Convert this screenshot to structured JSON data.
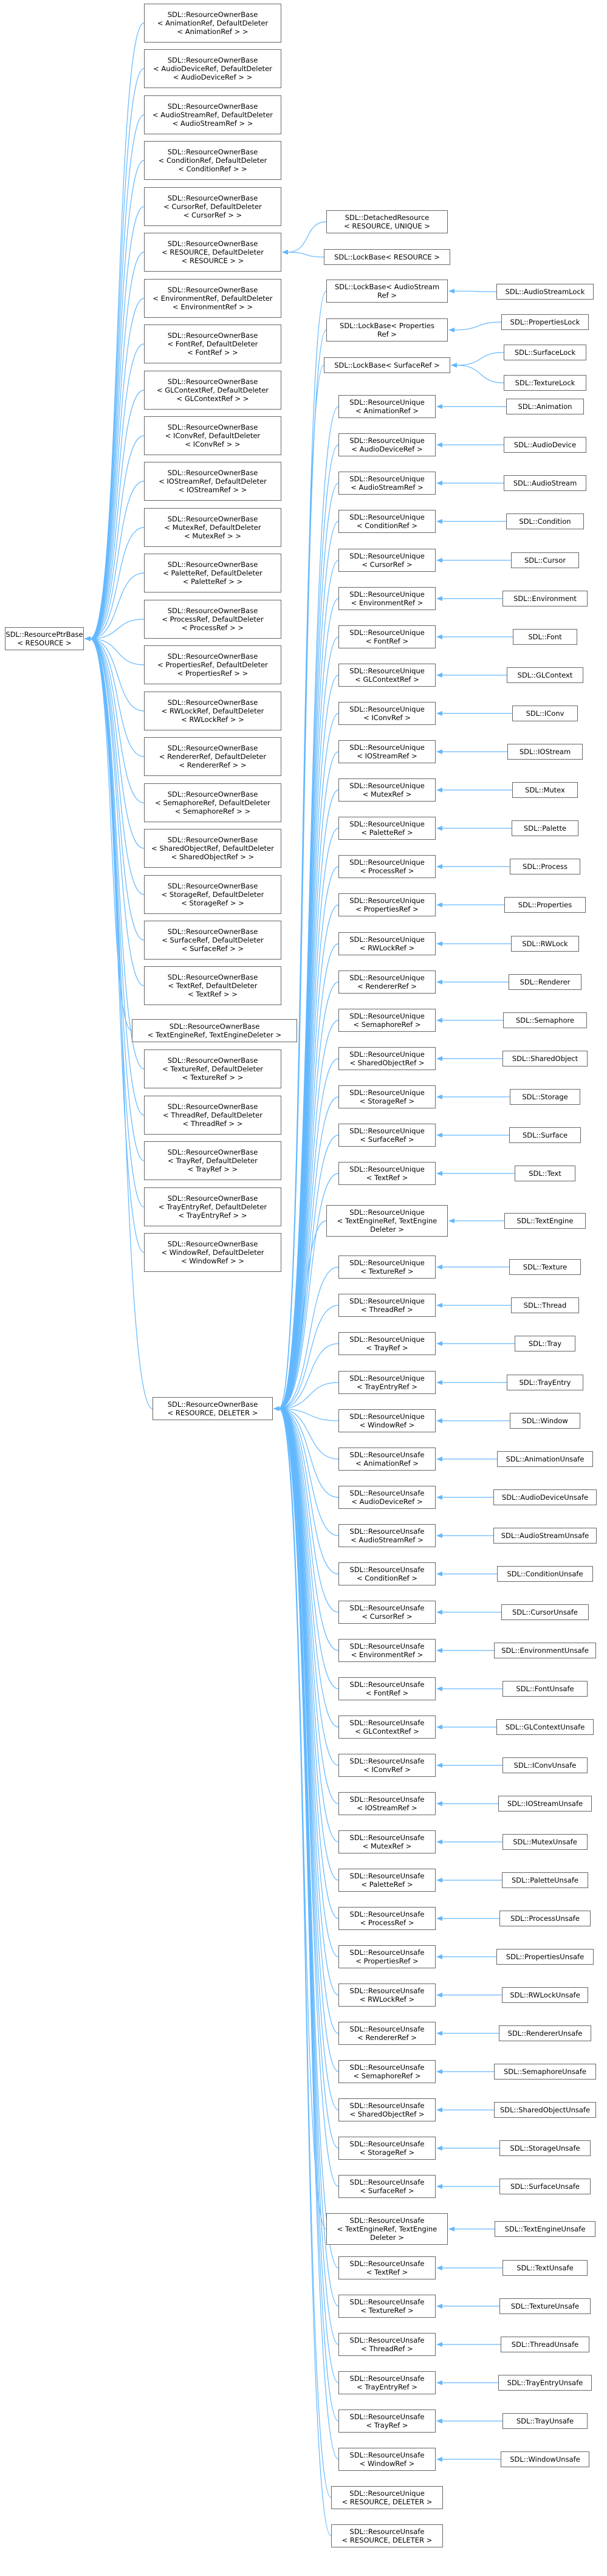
{
  "nodes": {
    "root": [
      "SDL::ResourcePtrBase",
      "< RESOURCE >"
    ],
    "rob_1": [
      "SDL::ResourceOwnerBase",
      "< AnimationRef, DefaultDeleter",
      "< AnimationRef > >"
    ],
    "rob_2": [
      "SDL::ResourceOwnerBase",
      "< AudioDeviceRef, DefaultDeleter",
      "< AudioDeviceRef > >"
    ],
    "rob_3": [
      "SDL::ResourceOwnerBase",
      "< AudioStreamRef, DefaultDeleter",
      "< AudioStreamRef > >"
    ],
    "rob_4": [
      "SDL::ResourceOwnerBase",
      "< ConditionRef, DefaultDeleter",
      "< ConditionRef > >"
    ],
    "rob_5": [
      "SDL::ResourceOwnerBase",
      "< CursorRef, DefaultDeleter",
      "< CursorRef > >"
    ],
    "rob_6": [
      "SDL::ResourceOwnerBase",
      "< RESOURCE, DefaultDeleter",
      "< RESOURCE > >"
    ],
    "rob_7": [
      "SDL::ResourceOwnerBase",
      "< EnvironmentRef, DefaultDeleter",
      "< EnvironmentRef > >"
    ],
    "rob_8": [
      "SDL::ResourceOwnerBase",
      "< FontRef, DefaultDeleter",
      "< FontRef > >"
    ],
    "rob_9": [
      "SDL::ResourceOwnerBase",
      "< GLContextRef, DefaultDeleter",
      "< GLContextRef > >"
    ],
    "rob_10": [
      "SDL::ResourceOwnerBase",
      "< IConvRef, DefaultDeleter",
      "< IConvRef > >"
    ],
    "rob_11": [
      "SDL::ResourceOwnerBase",
      "< IOStreamRef, DefaultDeleter",
      "< IOStreamRef > >"
    ],
    "rob_12": [
      "SDL::ResourceOwnerBase",
      "< MutexRef, DefaultDeleter",
      "< MutexRef > >"
    ],
    "rob_13": [
      "SDL::ResourceOwnerBase",
      "< PaletteRef, DefaultDeleter",
      "< PaletteRef > >"
    ],
    "rob_14": [
      "SDL::ResourceOwnerBase",
      "< ProcessRef, DefaultDeleter",
      "< ProcessRef > >"
    ],
    "rob_15": [
      "SDL::ResourceOwnerBase",
      "< PropertiesRef, DefaultDeleter",
      "< PropertiesRef > >"
    ],
    "rob_16": [
      "SDL::ResourceOwnerBase",
      "< RWLockRef, DefaultDeleter",
      "< RWLockRef > >"
    ],
    "rob_17": [
      "SDL::ResourceOwnerBase",
      "< RendererRef, DefaultDeleter",
      "< RendererRef > >"
    ],
    "rob_18": [
      "SDL::ResourceOwnerBase",
      "< SemaphoreRef, DefaultDeleter",
      "< SemaphoreRef > >"
    ],
    "rob_19": [
      "SDL::ResourceOwnerBase",
      "< SharedObjectRef, DefaultDeleter",
      "< SharedObjectRef > >"
    ],
    "rob_20": [
      "SDL::ResourceOwnerBase",
      "< StorageRef, DefaultDeleter",
      "< StorageRef > >"
    ],
    "rob_21": [
      "SDL::ResourceOwnerBase",
      "< SurfaceRef, DefaultDeleter",
      "< SurfaceRef > >"
    ],
    "rob_22": [
      "SDL::ResourceOwnerBase",
      "< TextRef, DefaultDeleter",
      "< TextRef > >"
    ],
    "rob_23": [
      "SDL::ResourceOwnerBase",
      "< TextEngineRef, TextEngineDeleter >"
    ],
    "rob_24": [
      "SDL::ResourceOwnerBase",
      "< TextureRef, DefaultDeleter",
      "< TextureRef > >"
    ],
    "rob_25": [
      "SDL::ResourceOwnerBase",
      "< ThreadRef, DefaultDeleter",
      "< ThreadRef > >"
    ],
    "rob_26": [
      "SDL::ResourceOwnerBase",
      "< TrayRef, DefaultDeleter",
      "< TrayRef > >"
    ],
    "rob_27": [
      "SDL::ResourceOwnerBase",
      "< TrayEntryRef, DefaultDeleter",
      "< TrayEntryRef > >"
    ],
    "rob_28": [
      "SDL::ResourceOwnerBase",
      "< WindowRef, DefaultDeleter",
      "< WindowRef > >"
    ],
    "rob_del": [
      "SDL::ResourceOwnerBase",
      "< RESOURCE, DELETER >"
    ],
    "detached": [
      "SDL::DetachedResource",
      "< RESOURCE, UNIQUE >"
    ],
    "lockbase": [
      "SDL::LockBase< RESOURCE >"
    ],
    "lb_audio": [
      "SDL::LockBase< AudioStream",
      "Ref >"
    ],
    "lb_props": [
      "SDL::LockBase< Properties",
      "Ref >"
    ],
    "lb_surface": [
      "SDL::LockBase< SurfaceRef >"
    ],
    "audiostreamlock": [
      "SDL::AudioStreamLock"
    ],
    "propertieslock": [
      "SDL::PropertiesLock"
    ],
    "surfacelock": [
      "SDL::SurfaceLock"
    ],
    "texturelock": [
      "SDL::TextureLock"
    ],
    "u_1": [
      "SDL::ResourceUnique",
      "< AnimationRef >"
    ],
    "u_2": [
      "SDL::ResourceUnique",
      "< AudioDeviceRef >"
    ],
    "u_3": [
      "SDL::ResourceUnique",
      "< AudioStreamRef >"
    ],
    "u_4": [
      "SDL::ResourceUnique",
      "< ConditionRef >"
    ],
    "u_5": [
      "SDL::ResourceUnique",
      "< CursorRef >"
    ],
    "u_6": [
      "SDL::ResourceUnique",
      "< EnvironmentRef >"
    ],
    "u_7": [
      "SDL::ResourceUnique",
      "< FontRef >"
    ],
    "u_8": [
      "SDL::ResourceUnique",
      "< GLContextRef >"
    ],
    "u_9": [
      "SDL::ResourceUnique",
      "< IConvRef >"
    ],
    "u_10": [
      "SDL::ResourceUnique",
      "< IOStreamRef >"
    ],
    "u_11": [
      "SDL::ResourceUnique",
      "< MutexRef >"
    ],
    "u_12": [
      "SDL::ResourceUnique",
      "< PaletteRef >"
    ],
    "u_13": [
      "SDL::ResourceUnique",
      "< ProcessRef >"
    ],
    "u_14": [
      "SDL::ResourceUnique",
      "< PropertiesRef >"
    ],
    "u_15": [
      "SDL::ResourceUnique",
      "< RWLockRef >"
    ],
    "u_16": [
      "SDL::ResourceUnique",
      "< RendererRef >"
    ],
    "u_17": [
      "SDL::ResourceUnique",
      "< SemaphoreRef >"
    ],
    "u_18": [
      "SDL::ResourceUnique",
      "< SharedObjectRef >"
    ],
    "u_19": [
      "SDL::ResourceUnique",
      "< StorageRef >"
    ],
    "u_20": [
      "SDL::ResourceUnique",
      "< SurfaceRef >"
    ],
    "u_21": [
      "SDL::ResourceUnique",
      "< TextRef >"
    ],
    "u_22": [
      "SDL::ResourceUnique",
      "< TextEngineRef, TextEngine",
      "Deleter >"
    ],
    "u_23": [
      "SDL::ResourceUnique",
      "< TextureRef >"
    ],
    "u_24": [
      "SDL::ResourceUnique",
      "< ThreadRef >"
    ],
    "u_25": [
      "SDL::ResourceUnique",
      "< TrayRef >"
    ],
    "u_26": [
      "SDL::ResourceUnique",
      "< TrayEntryRef >"
    ],
    "u_27": [
      "SDL::ResourceUnique",
      "< WindowRef >"
    ],
    "us_1": [
      "SDL::ResourceUnsafe",
      "< AnimationRef >"
    ],
    "us_2": [
      "SDL::ResourceUnsafe",
      "< AudioDeviceRef >"
    ],
    "us_3": [
      "SDL::ResourceUnsafe",
      "< AudioStreamRef >"
    ],
    "us_4": [
      "SDL::ResourceUnsafe",
      "< ConditionRef >"
    ],
    "us_5": [
      "SDL::ResourceUnsafe",
      "< CursorRef >"
    ],
    "us_6": [
      "SDL::ResourceUnsafe",
      "< EnvironmentRef >"
    ],
    "us_7": [
      "SDL::ResourceUnsafe",
      "< FontRef >"
    ],
    "us_8": [
      "SDL::ResourceUnsafe",
      "< GLContextRef >"
    ],
    "us_9": [
      "SDL::ResourceUnsafe",
      "< IConvRef >"
    ],
    "us_10": [
      "SDL::ResourceUnsafe",
      "< IOStreamRef >"
    ],
    "us_11": [
      "SDL::ResourceUnsafe",
      "< MutexRef >"
    ],
    "us_12": [
      "SDL::ResourceUnsafe",
      "< PaletteRef >"
    ],
    "us_13": [
      "SDL::ResourceUnsafe",
      "< ProcessRef >"
    ],
    "us_14": [
      "SDL::ResourceUnsafe",
      "< PropertiesRef >"
    ],
    "us_15": [
      "SDL::ResourceUnsafe",
      "< RWLockRef >"
    ],
    "us_16": [
      "SDL::ResourceUnsafe",
      "< RendererRef >"
    ],
    "us_17": [
      "SDL::ResourceUnsafe",
      "< SemaphoreRef >"
    ],
    "us_18": [
      "SDL::ResourceUnsafe",
      "< SharedObjectRef >"
    ],
    "us_19": [
      "SDL::ResourceUnsafe",
      "< StorageRef >"
    ],
    "us_20": [
      "SDL::ResourceUnsafe",
      "< SurfaceRef >"
    ],
    "us_21": [
      "SDL::ResourceUnsafe",
      "< TextEngineRef, TextEngine",
      "Deleter >"
    ],
    "us_22": [
      "SDL::ResourceUnsafe",
      "< TextRef >"
    ],
    "us_23": [
      "SDL::ResourceUnsafe",
      "< TextureRef >"
    ],
    "us_24": [
      "SDL::ResourceUnsafe",
      "< ThreadRef >"
    ],
    "us_25": [
      "SDL::ResourceUnsafe",
      "< TrayEntryRef >"
    ],
    "us_26": [
      "SDL::ResourceUnsafe",
      "< TrayRef >"
    ],
    "us_27": [
      "SDL::ResourceUnsafe",
      "< WindowRef >"
    ],
    "u_del": [
      "SDL::ResourceUnique",
      "< RESOURCE, DELETER >"
    ],
    "us_del": [
      "SDL::ResourceUnsafe",
      "< RESOURCE, DELETER >"
    ],
    "f_1": [
      "SDL::Animation"
    ],
    "f_2": [
      "SDL::AudioDevice"
    ],
    "f_3": [
      "SDL::AudioStream"
    ],
    "f_4": [
      "SDL::Condition"
    ],
    "f_5": [
      "SDL::Cursor"
    ],
    "f_6": [
      "SDL::Environment"
    ],
    "f_7": [
      "SDL::Font"
    ],
    "f_8": [
      "SDL::GLContext"
    ],
    "f_9": [
      "SDL::IConv"
    ],
    "f_10": [
      "SDL::IOStream"
    ],
    "f_11": [
      "SDL::Mutex"
    ],
    "f_12": [
      "SDL::Palette"
    ],
    "f_13": [
      "SDL::Process"
    ],
    "f_14": [
      "SDL::Properties"
    ],
    "f_15": [
      "SDL::RWLock"
    ],
    "f_16": [
      "SDL::Renderer"
    ],
    "f_17": [
      "SDL::Semaphore"
    ],
    "f_18": [
      "SDL::SharedObject"
    ],
    "f_19": [
      "SDL::Storage"
    ],
    "f_20": [
      "SDL::Surface"
    ],
    "f_21": [
      "SDL::Text"
    ],
    "f_22": [
      "SDL::TextEngine"
    ],
    "f_23": [
      "SDL::Texture"
    ],
    "f_24": [
      "SDL::Thread"
    ],
    "f_25": [
      "SDL::Tray"
    ],
    "f_26": [
      "SDL::TrayEntry"
    ],
    "f_27": [
      "SDL::Window"
    ],
    "g_1": [
      "SDL::AnimationUnsafe"
    ],
    "g_2": [
      "SDL::AudioDeviceUnsafe"
    ],
    "g_3": [
      "SDL::AudioStreamUnsafe"
    ],
    "g_4": [
      "SDL::ConditionUnsafe"
    ],
    "g_5": [
      "SDL::CursorUnsafe"
    ],
    "g_6": [
      "SDL::EnvironmentUnsafe"
    ],
    "g_7": [
      "SDL::FontUnsafe"
    ],
    "g_8": [
      "SDL::GLContextUnsafe"
    ],
    "g_9": [
      "SDL::IConvUnsafe"
    ],
    "g_10": [
      "SDL::IOStreamUnsafe"
    ],
    "g_11": [
      "SDL::MutexUnsafe"
    ],
    "g_12": [
      "SDL::PaletteUnsafe"
    ],
    "g_13": [
      "SDL::ProcessUnsafe"
    ],
    "g_14": [
      "SDL::PropertiesUnsafe"
    ],
    "g_15": [
      "SDL::RWLockUnsafe"
    ],
    "g_16": [
      "SDL::RendererUnsafe"
    ],
    "g_17": [
      "SDL::SemaphoreUnsafe"
    ],
    "g_18": [
      "SDL::SharedObjectUnsafe"
    ],
    "g_19": [
      "SDL::StorageUnsafe"
    ],
    "g_20": [
      "SDL::SurfaceUnsafe"
    ],
    "g_21": [
      "SDL::TextEngineUnsafe"
    ],
    "g_22": [
      "SDL::TextUnsafe"
    ],
    "g_23": [
      "SDL::TextureUnsafe"
    ],
    "g_24": [
      "SDL::ThreadUnsafe"
    ],
    "g_25": [
      "SDL::TrayEntryUnsafe"
    ],
    "g_26": [
      "SDL::TrayUnsafe"
    ],
    "g_27": [
      "SDL::WindowUnsafe"
    ]
  },
  "edges": [
    [
      "rob_1",
      "root"
    ],
    [
      "rob_2",
      "root"
    ],
    [
      "rob_3",
      "root"
    ],
    [
      "rob_4",
      "root"
    ],
    [
      "rob_5",
      "root"
    ],
    [
      "rob_6",
      "root"
    ],
    [
      "rob_7",
      "root"
    ],
    [
      "rob_8",
      "root"
    ],
    [
      "rob_9",
      "root"
    ],
    [
      "rob_10",
      "root"
    ],
    [
      "rob_11",
      "root"
    ],
    [
      "rob_12",
      "root"
    ],
    [
      "rob_13",
      "root"
    ],
    [
      "rob_14",
      "root"
    ],
    [
      "rob_15",
      "root"
    ],
    [
      "rob_16",
      "root"
    ],
    [
      "rob_17",
      "root"
    ],
    [
      "rob_18",
      "root"
    ],
    [
      "rob_19",
      "root"
    ],
    [
      "rob_20",
      "root"
    ],
    [
      "rob_21",
      "root"
    ],
    [
      "rob_22",
      "root"
    ],
    [
      "rob_23",
      "root"
    ],
    [
      "rob_24",
      "root"
    ],
    [
      "rob_25",
      "root"
    ],
    [
      "rob_26",
      "root"
    ],
    [
      "rob_27",
      "root"
    ],
    [
      "rob_28",
      "root"
    ],
    [
      "rob_del",
      "root"
    ],
    [
      "detached",
      "rob_6"
    ],
    [
      "lockbase",
      "rob_6"
    ],
    [
      "lb_audio",
      "rob_del"
    ],
    [
      "lb_props",
      "rob_del"
    ],
    [
      "lb_surface",
      "rob_del"
    ],
    [
      "u_1",
      "rob_del"
    ],
    [
      "u_2",
      "rob_del"
    ],
    [
      "u_3",
      "rob_del"
    ],
    [
      "u_4",
      "rob_del"
    ],
    [
      "u_5",
      "rob_del"
    ],
    [
      "u_6",
      "rob_del"
    ],
    [
      "u_7",
      "rob_del"
    ],
    [
      "u_8",
      "rob_del"
    ],
    [
      "u_9",
      "rob_del"
    ],
    [
      "u_10",
      "rob_del"
    ],
    [
      "u_11",
      "rob_del"
    ],
    [
      "u_12",
      "rob_del"
    ],
    [
      "u_13",
      "rob_del"
    ],
    [
      "u_14",
      "rob_del"
    ],
    [
      "u_15",
      "rob_del"
    ],
    [
      "u_16",
      "rob_del"
    ],
    [
      "u_17",
      "rob_del"
    ],
    [
      "u_18",
      "rob_del"
    ],
    [
      "u_19",
      "rob_del"
    ],
    [
      "u_20",
      "rob_del"
    ],
    [
      "u_21",
      "rob_del"
    ],
    [
      "u_22",
      "rob_del"
    ],
    [
      "u_23",
      "rob_del"
    ],
    [
      "u_24",
      "rob_del"
    ],
    [
      "u_25",
      "rob_del"
    ],
    [
      "u_26",
      "rob_del"
    ],
    [
      "u_27",
      "rob_del"
    ],
    [
      "us_1",
      "rob_del"
    ],
    [
      "us_2",
      "rob_del"
    ],
    [
      "us_3",
      "rob_del"
    ],
    [
      "us_4",
      "rob_del"
    ],
    [
      "us_5",
      "rob_del"
    ],
    [
      "us_6",
      "rob_del"
    ],
    [
      "us_7",
      "rob_del"
    ],
    [
      "us_8",
      "rob_del"
    ],
    [
      "us_9",
      "rob_del"
    ],
    [
      "us_10",
      "rob_del"
    ],
    [
      "us_11",
      "rob_del"
    ],
    [
      "us_12",
      "rob_del"
    ],
    [
      "us_13",
      "rob_del"
    ],
    [
      "us_14",
      "rob_del"
    ],
    [
      "us_15",
      "rob_del"
    ],
    [
      "us_16",
      "rob_del"
    ],
    [
      "us_17",
      "rob_del"
    ],
    [
      "us_18",
      "rob_del"
    ],
    [
      "us_19",
      "rob_del"
    ],
    [
      "us_20",
      "rob_del"
    ],
    [
      "us_21",
      "rob_del"
    ],
    [
      "us_22",
      "rob_del"
    ],
    [
      "us_23",
      "rob_del"
    ],
    [
      "us_24",
      "rob_del"
    ],
    [
      "us_25",
      "rob_del"
    ],
    [
      "us_26",
      "rob_del"
    ],
    [
      "us_27",
      "rob_del"
    ],
    [
      "u_del",
      "rob_del"
    ],
    [
      "us_del",
      "rob_del"
    ],
    [
      "audiostreamlock",
      "lb_audio"
    ],
    [
      "propertieslock",
      "lb_props"
    ],
    [
      "surfacelock",
      "lb_surface"
    ],
    [
      "texturelock",
      "lb_surface"
    ],
    [
      "f_1",
      "u_1"
    ],
    [
      "f_2",
      "u_2"
    ],
    [
      "f_3",
      "u_3"
    ],
    [
      "f_4",
      "u_4"
    ],
    [
      "f_5",
      "u_5"
    ],
    [
      "f_6",
      "u_6"
    ],
    [
      "f_7",
      "u_7"
    ],
    [
      "f_8",
      "u_8"
    ],
    [
      "f_9",
      "u_9"
    ],
    [
      "f_10",
      "u_10"
    ],
    [
      "f_11",
      "u_11"
    ],
    [
      "f_12",
      "u_12"
    ],
    [
      "f_13",
      "u_13"
    ],
    [
      "f_14",
      "u_14"
    ],
    [
      "f_15",
      "u_15"
    ],
    [
      "f_16",
      "u_16"
    ],
    [
      "f_17",
      "u_17"
    ],
    [
      "f_18",
      "u_18"
    ],
    [
      "f_19",
      "u_19"
    ],
    [
      "f_20",
      "u_20"
    ],
    [
      "f_21",
      "u_21"
    ],
    [
      "f_22",
      "u_22"
    ],
    [
      "f_23",
      "u_23"
    ],
    [
      "f_24",
      "u_24"
    ],
    [
      "f_25",
      "u_25"
    ],
    [
      "f_26",
      "u_26"
    ],
    [
      "f_27",
      "u_27"
    ],
    [
      "g_1",
      "us_1"
    ],
    [
      "g_2",
      "us_2"
    ],
    [
      "g_3",
      "us_3"
    ],
    [
      "g_4",
      "us_4"
    ],
    [
      "g_5",
      "us_5"
    ],
    [
      "g_6",
      "us_6"
    ],
    [
      "g_7",
      "us_7"
    ],
    [
      "g_8",
      "us_8"
    ],
    [
      "g_9",
      "us_9"
    ],
    [
      "g_10",
      "us_10"
    ],
    [
      "g_11",
      "us_11"
    ],
    [
      "g_12",
      "us_12"
    ],
    [
      "g_13",
      "us_13"
    ],
    [
      "g_14",
      "us_14"
    ],
    [
      "g_15",
      "us_15"
    ],
    [
      "g_16",
      "us_16"
    ],
    [
      "g_17",
      "us_17"
    ],
    [
      "g_18",
      "us_18"
    ],
    [
      "g_19",
      "us_19"
    ],
    [
      "g_20",
      "us_20"
    ],
    [
      "g_21",
      "us_21"
    ],
    [
      "g_22",
      "us_22"
    ],
    [
      "g_23",
      "us_23"
    ],
    [
      "g_24",
      "us_24"
    ],
    [
      "g_25",
      "us_25"
    ],
    [
      "g_26",
      "us_26"
    ],
    [
      "g_27",
      "us_27"
    ]
  ],
  "colors": {
    "edge": "#63b8ff",
    "border": "#666666",
    "text": "#000000",
    "background": "#ffffff"
  }
}
